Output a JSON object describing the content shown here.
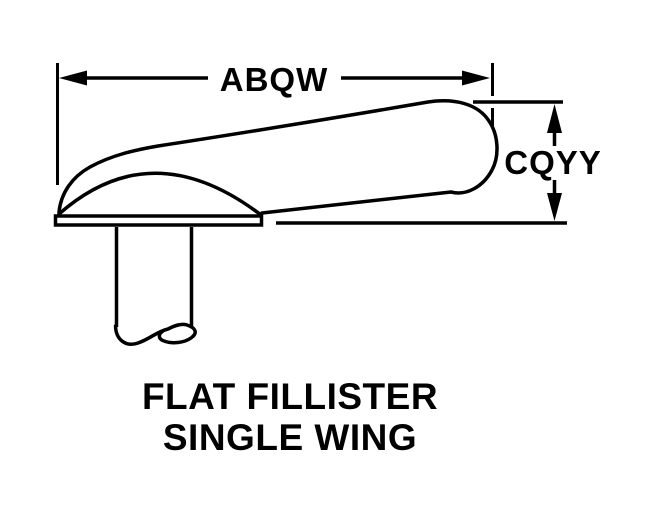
{
  "diagram": {
    "caption": {
      "line1": "FLAT FILLISTER",
      "line2": "SINGLE WING"
    },
    "dimensions": {
      "width_label": "ABQW",
      "height_label": "CQYY"
    },
    "colors": {
      "line": "#000000",
      "background": "#ffffff"
    }
  }
}
